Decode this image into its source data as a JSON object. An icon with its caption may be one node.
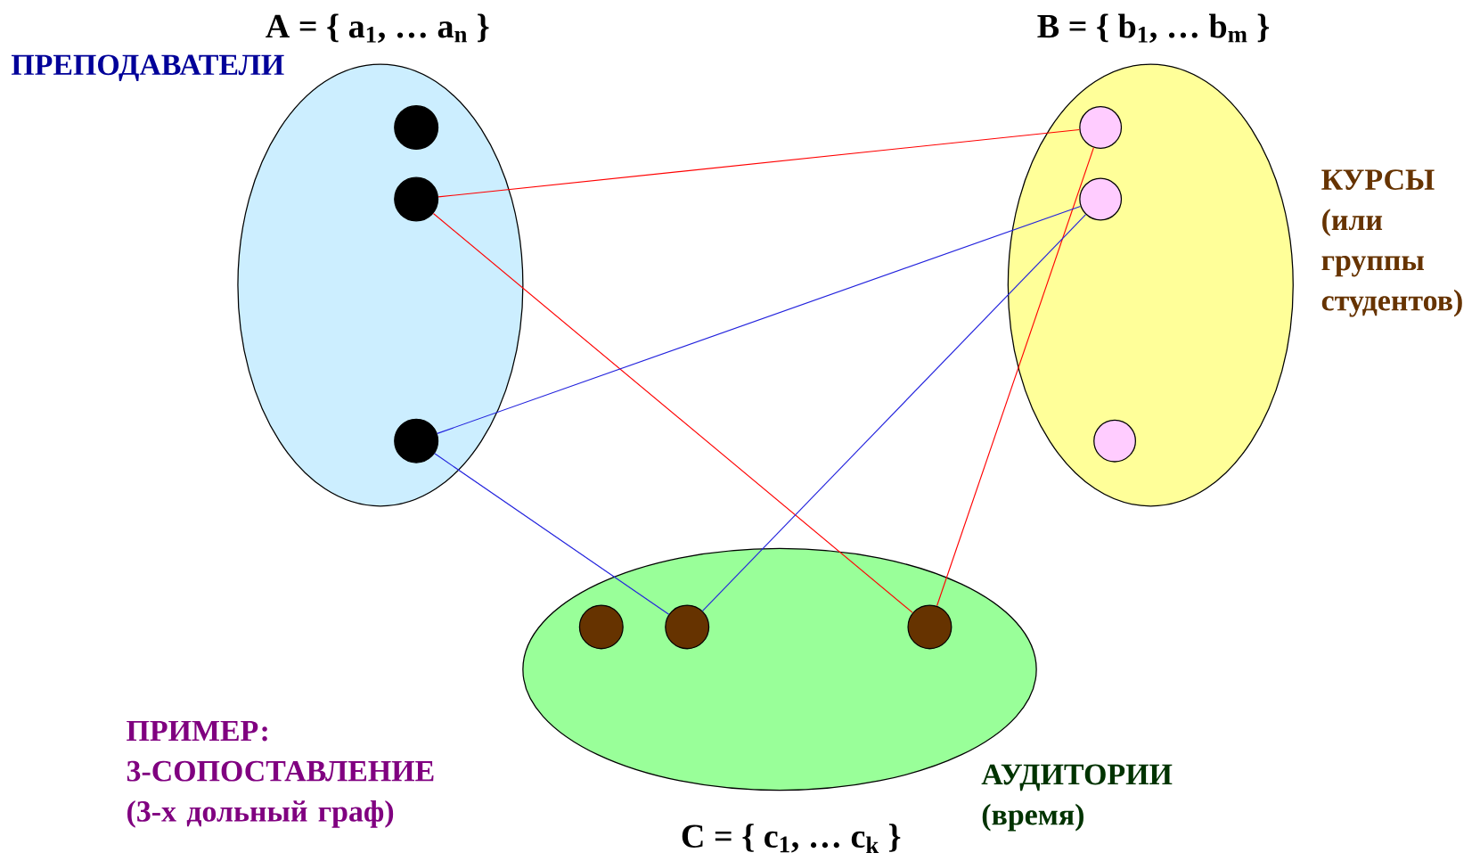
{
  "diagram": {
    "nodes": [
      {
        "text": [
          "A = { a$_{1}$, … a$_{n}$ }"
        ],
        "beside": [
          "ПРЕПОДАВАТЕЛИ"
        ]
      },
      {
        "text": [],
        "shape": "circle",
        "in": 0
      },
      {
        "text": [],
        "shape": "circle",
        "in": 0
      },
      {
        "text": [],
        "shape": "circle",
        "in": 0
      },
      {
        "text": [
          "B = { b$_{1}$, … b$_{m}$ }"
        ],
        "beside": [
          "КУРСЫ (или группы студентов)"
        ]
      },
      {
        "text": [],
        "shape": "circle",
        "in": 4
      },
      {
        "text": [],
        "shape": "circle",
        "in": 4
      },
      {
        "text": [],
        "shape": "circle",
        "in": 4
      },
      {
        "text": [
          "C = { c$_{1}$, … c$_{k}$ }"
        ],
        "beside": [
          "АУДИТОРИИ (время)"
        ]
      },
      {
        "text": [],
        "shape": "circle",
        "in": 8
      },
      {
        "text": [],
        "shape": "circle",
        "in": 8
      },
      {
        "text": [],
        "shape": "circle",
        "in": 8
      }
    ],
    "edges": [
      {
        "from": 2,
        "to": 5,
        "arrow": "none",
        "color": "#ff0000"
      },
      {
        "from": 2,
        "to": 11,
        "arrow": "none",
        "color": "#ff0000"
      },
      {
        "from": 11,
        "to": 5,
        "arrow": "none",
        "color": "#ff0000"
      },
      {
        "from": 3,
        "to": 6,
        "arrow": "none",
        "color": "#2222dd"
      },
      {
        "from": 3,
        "to": 10,
        "arrow": "none",
        "color": "#2222dd"
      },
      {
        "from": 10,
        "to": 6,
        "arrow": "none",
        "color": "#2222dd"
      }
    ],
    "labels": [
      "ПРИМЕР: 3-СОПОСТАВЛЕНИЕ (3-х дольный граф)"
    ]
  }
}
